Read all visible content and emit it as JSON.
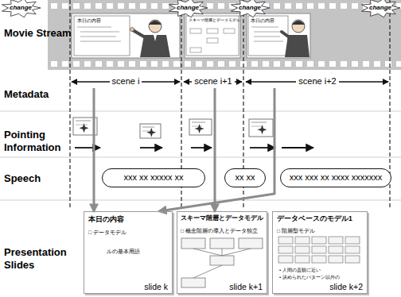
{
  "diagram": {
    "nodes": [
      {
        "text": [
          "scene i"
        ]
      },
      {
        "text": [
          "scene i+1"
        ]
      },
      {
        "text": [
          "scene i+2"
        ]
      },
      {
        "text": [
          "xxx xx xxxxx xx"
        ]
      },
      {
        "text": [
          "xx xx"
        ]
      },
      {
        "text": [
          "xxx xxx xx xxxx xxxxxxx"
        ]
      },
      {
        "text": [
          "本日の内容",
          "□ データモデル",
          "ルの基本用語",
          "slide k"
        ]
      },
      {
        "text": [
          "スキーマ階層とデータモデル",
          "□ 概念階層の導入とデータ独立",
          "slide k+1"
        ]
      },
      {
        "text": [
          "データベースのモデル1",
          "□ 階層型モデル",
          "• 人間の直観に近い",
          "• 決められたパターン以外の",
          "slide k+2"
        ]
      }
    ],
    "edges": [
      {
        "from": 0,
        "to": 6,
        "arrow": "to"
      },
      {
        "from": 1,
        "to": 7,
        "arrow": "to"
      },
      {
        "from": 2,
        "to": 6,
        "arrow": "to"
      }
    ],
    "labels": [
      "change",
      "change",
      "change",
      "change",
      "Movie Stream",
      "Metadata",
      "Pointing Information",
      "Speech",
      "Presentation Slides",
      "本日の内容",
      "スキーマ階層とデータモデル",
      "本日の内容"
    ]
  }
}
